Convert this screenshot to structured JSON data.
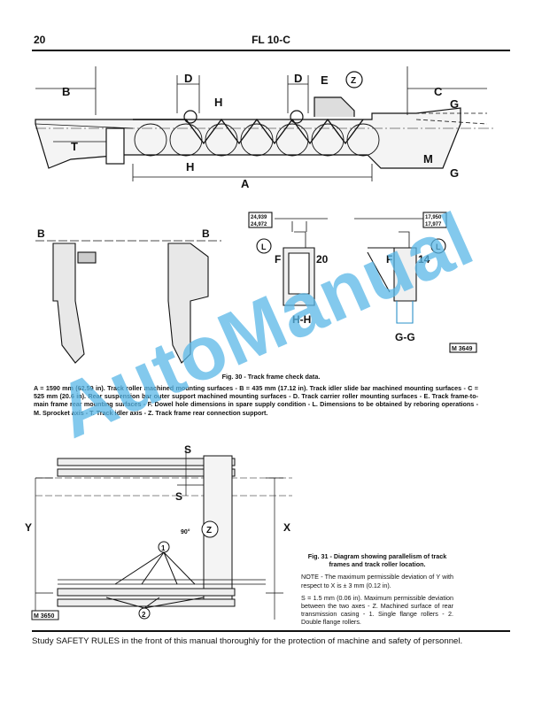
{
  "header": {
    "page_number": "20",
    "model": "FL 10-C"
  },
  "figure30": {
    "labels": {
      "B": "B",
      "D1": "D",
      "H_top": "H",
      "D2": "D",
      "E": "E",
      "Z": "Z",
      "C": "C",
      "G_top": "G",
      "T": "T",
      "M": "M",
      "G_bottom": "G",
      "H_bottom": "H",
      "A": "A"
    },
    "sections": {
      "B_left": "B",
      "B_right": "B",
      "hh_dim_top": "24,939",
      "hh_dim_bottom": "24,972",
      "hh_L": "L",
      "hh_F": "F",
      "hh_20": "20",
      "hh_title": "H-H",
      "gg_dim_top": "17,950",
      "gg_dim_bottom": "17,977",
      "gg_L": "L",
      "gg_F": "F",
      "gg_14": "14",
      "gg_title": "G-G",
      "ref": "M 3649"
    },
    "title": "Fig. 30 - Track frame check data.",
    "description": "A = 1590 mm (62.59 in). Track roller machined mounting surfaces - B = 435 mm (17.12 in). Track idler slide bar machined mounting surfaces - C = 525 mm (20.6 in). Rear suspension bar outer support machined mounting surfaces - D. Track carrier roller mounting surfaces - E. Track frame-to-main frame rear mounting surfaces - F. Dowel hole dimensions in spare supply condition - L. Dimensions to be obtained by reboring operations - M. Sprocket axis - T. Track idler axis - Z. Track frame rear connection support."
  },
  "figure31": {
    "labels": {
      "S1": "S",
      "S2": "S",
      "Y": "Y",
      "X": "X",
      "angle": "90°",
      "Z": "Z",
      "one": "1",
      "two": "2",
      "ref": "M 3650"
    },
    "title": "Fig. 31 - Diagram showing parallelism of track frames and track roller location.",
    "note": "NOTE - The maximum permissible deviation of Y with respect to X is ± 3 mm (0.12 in).",
    "description": "S = 1.5 mm (0.06 in). Maximum permissible deviation between the two axes - Z. Machined surface of rear transmission casing - 1. Single flange rollers - 2. Double flange rollers."
  },
  "footer": {
    "text": "Study SAFETY RULES in the front of this manual thoroughly for the protection of machine and safety of personnel."
  },
  "watermark": "AutoManual"
}
